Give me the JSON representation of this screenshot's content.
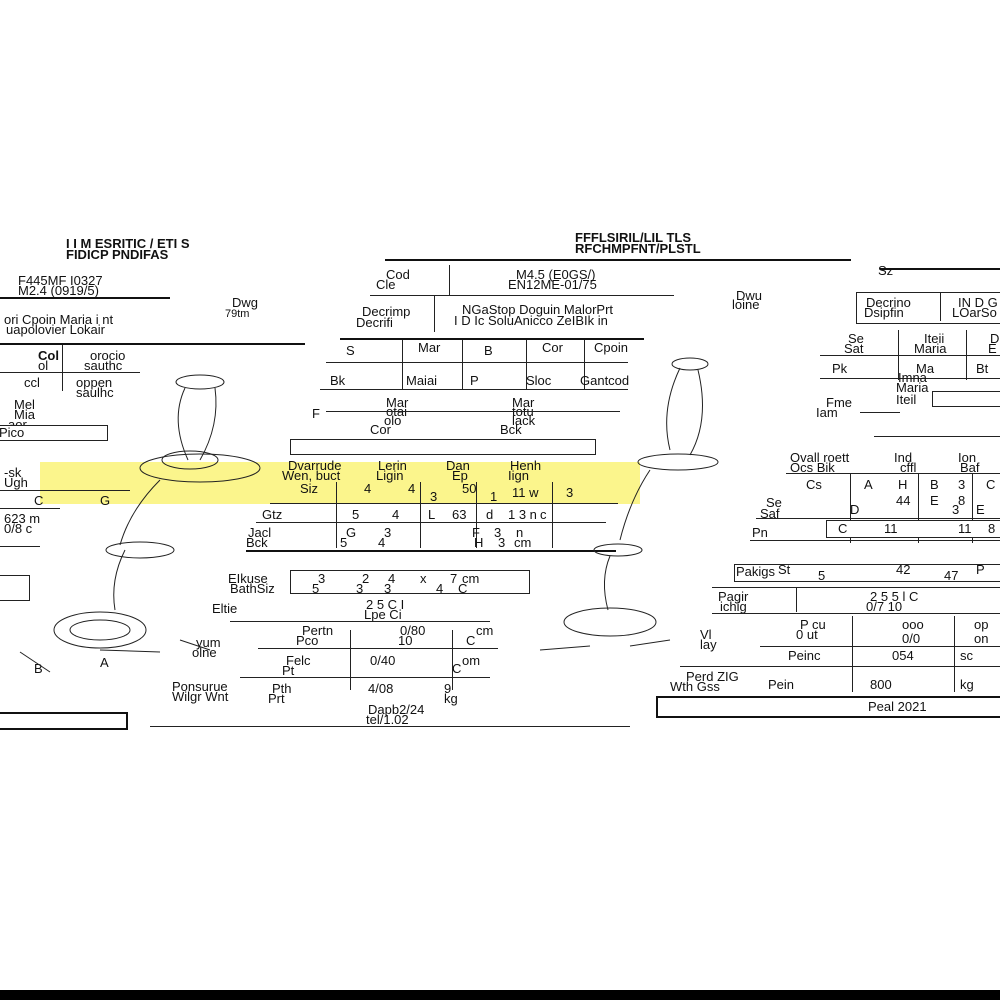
{
  "left_panel": {
    "title_lines": [
      "I I M ESRITIC / ETI S",
      "FIDICP PNDIFAS"
    ],
    "code_lines": [
      "F445MF I0327",
      "M2.4 (0919/5)"
    ],
    "dwg_label": "Dwg",
    "dwg_sub": "79tm",
    "desc_lines": [
      "ori Cpoin Maria i nt",
      "uapolovier Lokair"
    ],
    "col_heads": [
      "Col",
      "orocio"
    ],
    "col_heads_2": [
      "ol",
      "sauthc"
    ],
    "col_row": [
      "ccl",
      "oppen"
    ],
    "col_row_2": [
      "saulhc"
    ],
    "mat_lines": [
      "Mel",
      "Mia",
      "aor"
    ],
    "pic_label": "Pico",
    "size_lines": [
      "-sk",
      "Ugh"
    ],
    "dim_row": [
      "C",
      "G"
    ],
    "dims": [
      "623 m",
      "0/8 c"
    ],
    "legend": [
      "B",
      "A"
    ]
  },
  "middle_panel": {
    "title_lines": [
      "FFFLSIRIL/LIL TLS",
      "RFCHMPFNT/PLSTL"
    ],
    "head_row_1": [
      "Cod",
      "M4.5 (E0GS/)"
    ],
    "head_row_2": [
      "Cle",
      "EN12ME-01/75"
    ],
    "desc_label": [
      "Decrimp",
      "Decrifi"
    ],
    "desc_value": [
      "NGaStop Doguin MalorPrt",
      "I D Ic SoluAnicco ZeIBIk in"
    ],
    "grid_head": [
      "S",
      "Mar",
      "B",
      "Cor",
      "Cpoin"
    ],
    "grid_row_1": [
      "Bk",
      "Maiai",
      "P",
      "Sloc",
      "Gantcod"
    ],
    "grid_row_2": [
      "Mar",
      "Mar"
    ],
    "grid_row_3": [
      "otai",
      "totu"
    ],
    "grid_row_4": [
      "olo",
      "lack"
    ],
    "grid_row_5": [
      "Cor",
      "Bck"
    ],
    "f_label": "F",
    "spec_head": [
      "Dvarrude",
      "Lerin",
      "Dan",
      "Henh"
    ],
    "spec_head_2": [
      "Wen, buct",
      "Ligin",
      "Ep",
      "Iign"
    ],
    "spec_row_1": [
      "Siz",
      "4",
      "4",
      "3",
      "50",
      "1",
      "11 w",
      "3"
    ],
    "spec_row_2": [
      "Gtz",
      "5",
      "4",
      "L",
      "63",
      "d",
      "1 3 n",
      "c"
    ],
    "spec_row_3": [
      "Jacl",
      "G",
      "3",
      "",
      "F",
      "3",
      "n"
    ],
    "spec_row_4": [
      "Bck",
      "5",
      "4",
      "",
      "H",
      "3",
      "cm"
    ],
    "pack_label": [
      "EIkuse",
      "BathSiz"
    ],
    "pack_values": [
      "3",
      "2",
      "4",
      "x",
      "7",
      "cm"
    ],
    "pack_values_2": [
      "5",
      "3",
      "3",
      "4",
      "C"
    ],
    "sub_label": "Eltie",
    "sub_value": [
      "2 5 C I",
      "Lpe Ci"
    ],
    "vol_label": [
      "yum",
      "olne"
    ],
    "vol_row": [
      "Pertn",
      "Pco",
      "0/80",
      "10",
      "C",
      "cm"
    ],
    "wt_row": [
      "Felc",
      "Pt",
      "0/40",
      "C",
      "om"
    ],
    "net_label": [
      "Ponsurue",
      "Wilgr Wnt"
    ],
    "net_row": [
      "Pth",
      "Prt",
      "4/08",
      "9",
      "kg"
    ],
    "date_line": [
      "Dapb2/24",
      "tel/1.02"
    ]
  },
  "right_panel": {
    "dwg_label": [
      "Dwu",
      "loine"
    ],
    "sz": "Sz",
    "desc_label": [
      "Decrino",
      "Dsipfin"
    ],
    "desc_value": [
      "IN D G",
      "LOarSo"
    ],
    "grid_head": [
      "Se",
      "Iteii",
      "D"
    ],
    "grid_head_2": [
      "Sat",
      "Maria",
      "E"
    ],
    "grid_row_1": [
      "Pk",
      "Ma",
      "Bt"
    ],
    "grid_row_2": [
      "Imna",
      "Maria"
    ],
    "mat_lines": [
      "Fme",
      "Iam",
      "Iteil"
    ],
    "spec_head": [
      "Ovall roett",
      "Ind",
      "Ion"
    ],
    "spec_head_2": [
      "Ocs Bik",
      "cffl",
      "Baf"
    ],
    "spec_row_1": [
      "Cs",
      "A",
      "H",
      "B",
      "3",
      "C"
    ],
    "spec_row_2": [
      "Se",
      "44",
      "E",
      "8"
    ],
    "spec_row_3": [
      "Saf",
      "D",
      "3",
      "E"
    ],
    "spec_row_4": [
      "Pn",
      "C",
      "11",
      "11",
      "8"
    ],
    "pack_label": "Pakigs",
    "pack_values": [
      "St",
      "5",
      "42",
      "47",
      "P"
    ],
    "sub_label": [
      "Pagir",
      "ichig"
    ],
    "sub_value": [
      "2 5 5 l C",
      "0/7 10"
    ],
    "vol_label": [
      "Vl",
      "lay"
    ],
    "vol_row": [
      "P cu",
      "ooo",
      "op"
    ],
    "vol_row_2": [
      "0 ut",
      "0/0",
      "on"
    ],
    "wt_row": [
      "Peinc",
      "054",
      "sc"
    ],
    "net_label": [
      "Perd ZIG",
      "Wth Gss"
    ],
    "net_row": [
      "Pein",
      "800",
      "kg"
    ],
    "footer": "Peal 2021"
  }
}
